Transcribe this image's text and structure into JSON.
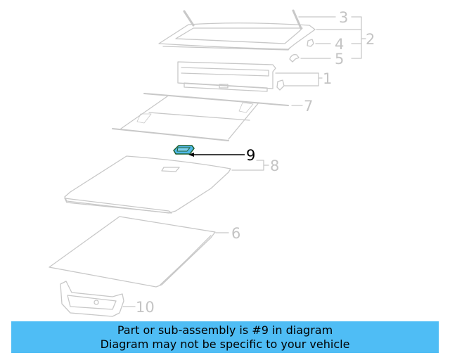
{
  "diagram": {
    "highlighted_part": "9",
    "callouts": [
      {
        "id": "3",
        "label": "3"
      },
      {
        "id": "2",
        "label": "2"
      },
      {
        "id": "4",
        "label": "4"
      },
      {
        "id": "5",
        "label": "5"
      },
      {
        "id": "1",
        "label": "1"
      },
      {
        "id": "7",
        "label": "7"
      },
      {
        "id": "9",
        "label": "9"
      },
      {
        "id": "8",
        "label": "8"
      },
      {
        "id": "6",
        "label": "6"
      },
      {
        "id": "10",
        "label": "10"
      }
    ],
    "colors": {
      "line": "#c8c8c8",
      "highlight_fill": "#4fb8e8",
      "highlight_stroke": "#1f5f2f",
      "banner": "#4fbdf5"
    }
  },
  "banner": {
    "line1": "Part or sub-assembly is #9 in diagram",
    "line2": "Diagram may not be specific to your vehicle"
  }
}
